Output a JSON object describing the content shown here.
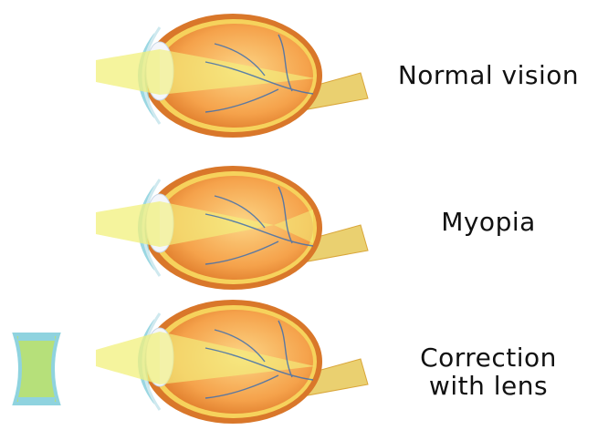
{
  "captions": {
    "normal": "Normal vision",
    "myopia": "Myopia",
    "correction_line1": "Correction",
    "correction_line2": "with lens"
  },
  "colors": {
    "sclera_outer": "#d9772a",
    "vitreous_center": "#fccd7a",
    "vitreous_edge": "#f2963e",
    "retina_rim": "#f6d25c",
    "cornea": "#8fd3df",
    "lens_body": "#f4f6fb",
    "light_beam": "#f2f07c",
    "vessel": "#3f6fae",
    "optic_nerve": "#e8c65e",
    "corrective_lens_face": "#b6e07a",
    "corrective_lens_edge": "#8fd3df"
  },
  "icons": {
    "eye": "eye-cross-section-icon",
    "corrective_lens": "concave-lens-icon"
  }
}
